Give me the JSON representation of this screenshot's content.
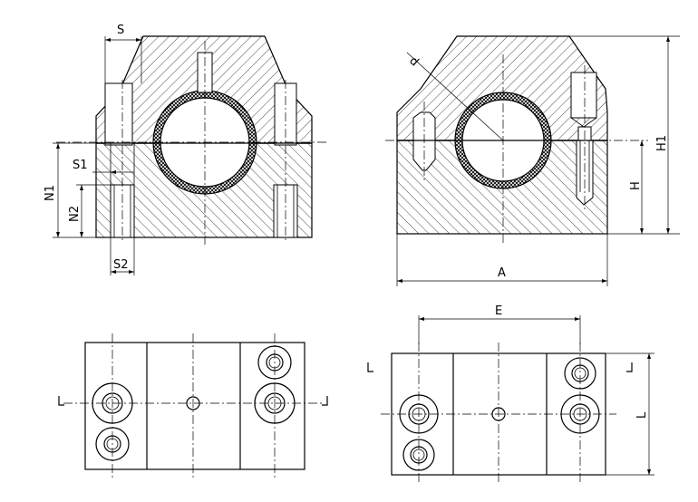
{
  "labels": {
    "S": "S",
    "S1": "S1",
    "S2": "S2",
    "N1": "N1",
    "N2": "N2",
    "d": "d",
    "H": "H",
    "H1": "H1",
    "A": "A",
    "E": "E",
    "L": "L"
  }
}
